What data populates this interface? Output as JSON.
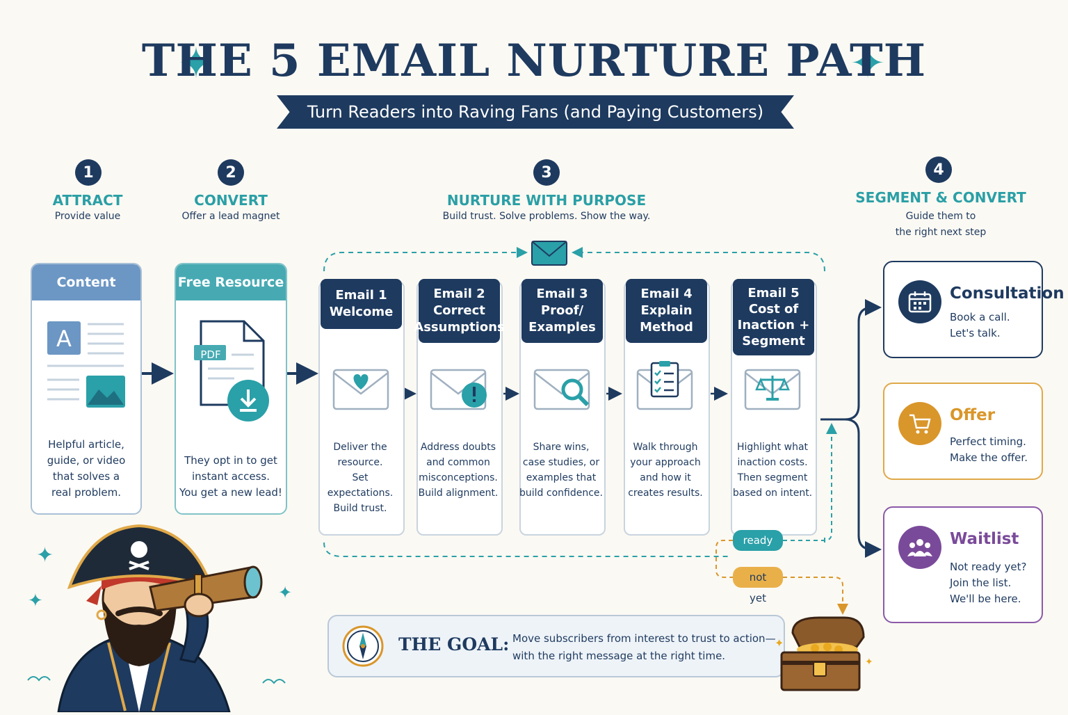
{
  "title": "THE 5 EMAIL NURTURE PATH",
  "subtitle": "Turn Readers into Raving Fans (and Paying Customers)",
  "stages": [
    {
      "num": "1",
      "title": "ATTRACT",
      "sub": "Provide value"
    },
    {
      "num": "2",
      "title": "CONVERT",
      "sub": "Offer a lead magnet"
    },
    {
      "num": "3",
      "title": "NURTURE WITH PURPOSE",
      "sub": "Build trust. Solve problems. Show the way."
    },
    {
      "num": "4",
      "title": "SEGMENT & CONVERT",
      "sub_line1": "Guide them to",
      "sub_line2": "the right next step"
    }
  ],
  "content_card": {
    "header": "Content",
    "lines": [
      "Helpful article,",
      "guide, or video",
      "that solves a",
      "real problem."
    ]
  },
  "resource_card": {
    "header": "Free Resource",
    "pdf_label": "PDF",
    "lines": [
      "They opt in to get",
      "instant access.",
      "You get a new lead!"
    ]
  },
  "emails": [
    {
      "head": [
        "Email 1",
        "Welcome"
      ],
      "icon": "heart-envelope-icon",
      "lines": [
        "Deliver the",
        "resource.",
        "Set expectations.",
        "Build trust."
      ]
    },
    {
      "head": [
        "Email 2",
        "Correct",
        "Assumptions"
      ],
      "icon": "alert-envelope-icon",
      "lines": [
        "Address doubts",
        "and common",
        "misconceptions.",
        "Build alignment."
      ]
    },
    {
      "head": [
        "Email 3",
        "Proof/",
        "Examples"
      ],
      "icon": "magnifier-envelope-icon",
      "lines": [
        "Share wins,",
        "case studies, or",
        "examples that",
        "build confidence."
      ]
    },
    {
      "head": [
        "Email 4",
        "Explain",
        "Method"
      ],
      "icon": "clipboard-envelope-icon",
      "lines": [
        "Walk through",
        "your approach",
        "and how it",
        "creates results."
      ]
    },
    {
      "head": [
        "Email 5",
        "Cost of",
        "Inaction +",
        "Segment"
      ],
      "icon": "scale-envelope-icon",
      "lines": [
        "Highlight what",
        "inaction costs.",
        "Then segment",
        "based on intent."
      ]
    }
  ],
  "branches": {
    "ready": "ready",
    "not_yet": "not yet"
  },
  "destinations": [
    {
      "title": "Consultation",
      "lines": [
        "Book a call.",
        "Let's talk."
      ],
      "color": "#1e3a5f",
      "icon": "calendar-icon"
    },
    {
      "title": "Offer",
      "lines": [
        "Perfect timing.",
        "Make the offer."
      ],
      "color": "#d9962a",
      "icon": "cart-icon"
    },
    {
      "title": "Waitlist",
      "lines": [
        "Not ready yet?",
        "Join the list.",
        "We'll be here."
      ],
      "color": "#7a4a9a",
      "icon": "group-icon"
    }
  ],
  "goal": {
    "label": "THE GOAL:",
    "line1": "Move subscribers from interest to trust to action—",
    "line2": "with the right message at the right time."
  },
  "colors": {
    "navy": "#1e3a5f",
    "teal": "#2aa0a8",
    "gold": "#d9962a",
    "purple": "#7a4a9a"
  }
}
